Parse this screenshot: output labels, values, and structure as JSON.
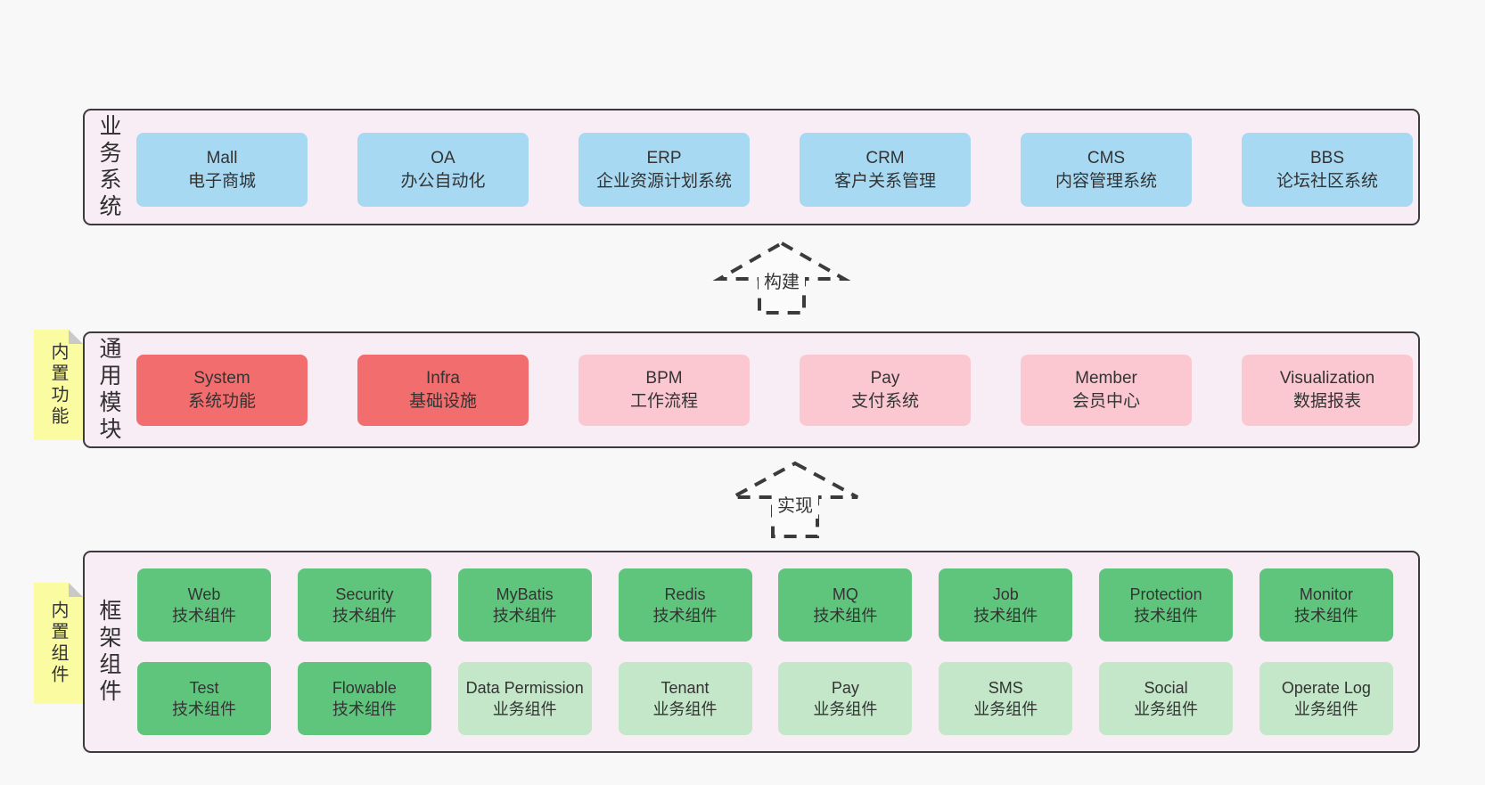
{
  "colors": {
    "page_bg": "#f8f8f8",
    "layer_bg": "#f8edf5",
    "layer_border": "#3b3b3b",
    "business_box": "#a7d9f2",
    "core_module_box": "#f26d6d",
    "optional_module_box": "#fbc8d2",
    "tech_component_box": "#60c57c",
    "biz_component_box": "#c3e7c8",
    "sticky_note": "#fbfba2",
    "sticky_fold": "#c9c9c9",
    "text": "#333333"
  },
  "layers": [
    {
      "label": "业务系统",
      "boxes": [
        {
          "name": "Mall",
          "desc": "电子商城"
        },
        {
          "name": "OA",
          "desc": "办公自动化"
        },
        {
          "name": "ERP",
          "desc": "企业资源计划系统"
        },
        {
          "name": "CRM",
          "desc": "客户关系管理"
        },
        {
          "name": "CMS",
          "desc": "内容管理系统"
        },
        {
          "name": "BBS",
          "desc": "论坛社区系统"
        }
      ]
    },
    {
      "note": "内置功能",
      "label": "通用模块",
      "boxes": [
        {
          "name": "System",
          "desc": "系统功能"
        },
        {
          "name": "Infra",
          "desc": "基础设施"
        },
        {
          "name": "BPM",
          "desc": "工作流程"
        },
        {
          "name": "Pay",
          "desc": "支付系统"
        },
        {
          "name": "Member",
          "desc": "会员中心"
        },
        {
          "name": "Visualization",
          "desc": "数据报表"
        }
      ]
    },
    {
      "note": "内置组件",
      "label": "框架组件",
      "rows": [
        [
          {
            "name": "Web",
            "desc": "技术组件"
          },
          {
            "name": "Security",
            "desc": "技术组件"
          },
          {
            "name": "MyBatis",
            "desc": "技术组件"
          },
          {
            "name": "Redis",
            "desc": "技术组件"
          },
          {
            "name": "MQ",
            "desc": "技术组件"
          },
          {
            "name": "Job",
            "desc": "技术组件"
          },
          {
            "name": "Protection",
            "desc": "技术组件"
          },
          {
            "name": "Monitor",
            "desc": "技术组件"
          }
        ],
        [
          {
            "name": "Test",
            "desc": "技术组件"
          },
          {
            "name": "Flowable",
            "desc": "技术组件"
          },
          {
            "name": "Data Permission",
            "desc": "业务组件"
          },
          {
            "name": "Tenant",
            "desc": "业务组件"
          },
          {
            "name": "Pay",
            "desc": "业务组件"
          },
          {
            "name": "SMS",
            "desc": "业务组件"
          },
          {
            "name": "Social",
            "desc": "业务组件"
          },
          {
            "name": "Operate Log",
            "desc": "业务组件"
          }
        ]
      ]
    }
  ],
  "arrows": [
    {
      "label": "构建"
    },
    {
      "label": "实现"
    }
  ]
}
